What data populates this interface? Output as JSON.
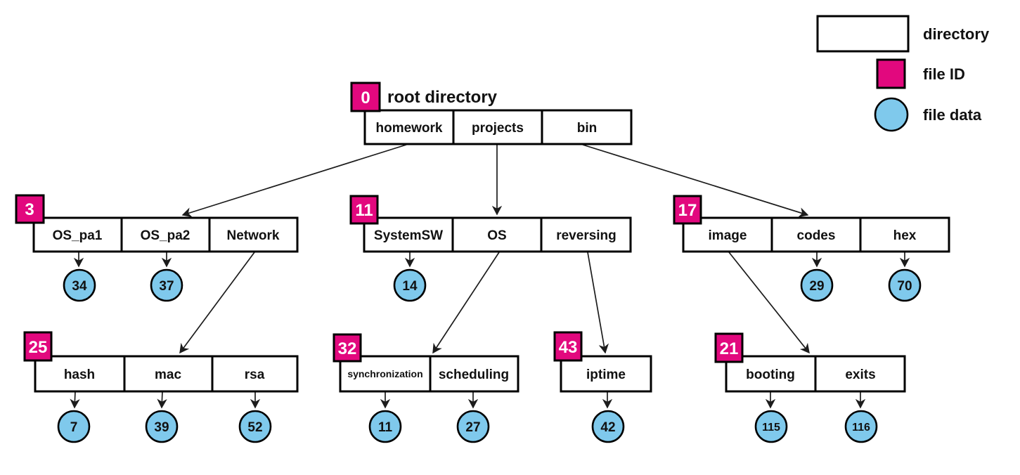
{
  "colors": {
    "file_id": "#e2087e",
    "file_data": "#7fc9ec",
    "root_label_red": "#fb0606",
    "line": "#1c1c1c",
    "directory_fill": "#ffffff",
    "border": "#000000"
  },
  "legend": {
    "items": [
      {
        "swatch": "directory-box",
        "label": "directory"
      },
      {
        "swatch": "file-id-square",
        "label": "file ID"
      },
      {
        "swatch": "file-data-circle",
        "label": "file data"
      }
    ]
  },
  "directories": [
    {
      "id": "0",
      "label": "root directory",
      "cells": [
        "homework",
        "projects",
        "bin"
      ]
    },
    {
      "id": "3",
      "cells": [
        "OS_pa1",
        "OS_pa2",
        "Network"
      ]
    },
    {
      "id": "11",
      "cells": [
        "SystemSW",
        "OS",
        "reversing"
      ]
    },
    {
      "id": "17",
      "cells": [
        "image",
        "codes",
        "hex"
      ]
    },
    {
      "id": "25",
      "cells": [
        "hash",
        "mac",
        "rsa"
      ]
    },
    {
      "id": "32",
      "cells": [
        "synchronization",
        "scheduling"
      ]
    },
    {
      "id": "43",
      "cells": [
        "iptime"
      ]
    },
    {
      "id": "21",
      "cells": [
        "booting",
        "exits"
      ]
    }
  ],
  "files": [
    "34",
    "37",
    "14",
    "29",
    "70",
    "7",
    "39",
    "52",
    "11",
    "27",
    "42",
    "115",
    "116"
  ]
}
